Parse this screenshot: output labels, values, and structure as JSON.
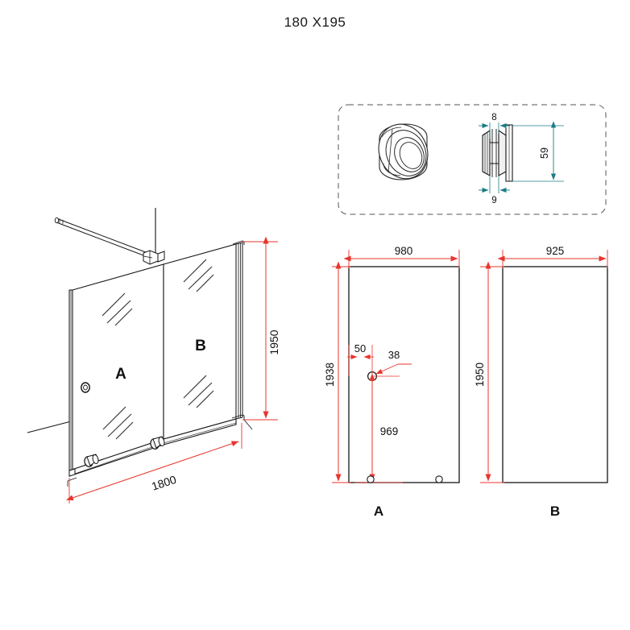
{
  "title": "180  X195",
  "colors": {
    "dimension_red": "#e8352e",
    "dimension_teal": "#1b7c86",
    "outline_black": "#151515",
    "background": "#ffffff"
  },
  "iso_view": {
    "name": "shower-screen-assembly",
    "panel_a_label": "A",
    "panel_b_label": "B",
    "dim_width": "1800",
    "dim_height": "1950"
  },
  "detail_box": {
    "name": "roller-detail",
    "dim_thickness_top": "8",
    "dim_thickness_bottom": "9",
    "dim_height": "59"
  },
  "panel_a": {
    "label": "A",
    "dim_width": "980",
    "dim_height": "1938",
    "dim_offset": "50",
    "dim_hole": "38",
    "dim_hole_height": "969"
  },
  "panel_b": {
    "label": "B",
    "dim_width": "925",
    "dim_height": "1950"
  }
}
